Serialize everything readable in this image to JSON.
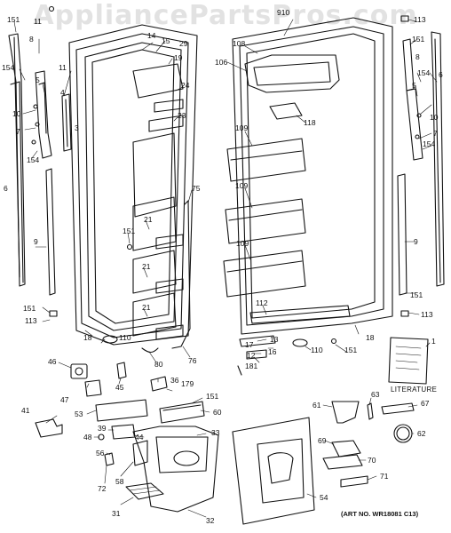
{
  "watermark": "AppliancePartsPros.com",
  "art_number": "(ART NO. WR18081 C13)",
  "literature_label": "LITERATURE",
  "callouts": [
    {
      "id": "c151a",
      "text": "151"
    },
    {
      "id": "c11a",
      "text": "11"
    },
    {
      "id": "c8a",
      "text": "8"
    },
    {
      "id": "c154a",
      "text": "154"
    },
    {
      "id": "c5a",
      "text": "5"
    },
    {
      "id": "c11b",
      "text": "11"
    },
    {
      "id": "c4",
      "text": "4"
    },
    {
      "id": "c10a",
      "text": "10"
    },
    {
      "id": "c3",
      "text": "3"
    },
    {
      "id": "c7a",
      "text": "7"
    },
    {
      "id": "c154b",
      "text": "154"
    },
    {
      "id": "c6a",
      "text": "6"
    },
    {
      "id": "c9a",
      "text": "9"
    },
    {
      "id": "c151b",
      "text": "151"
    },
    {
      "id": "c113a",
      "text": "113"
    },
    {
      "id": "c18a",
      "text": "18"
    },
    {
      "id": "c110a",
      "text": "110"
    },
    {
      "id": "c14",
      "text": "14"
    },
    {
      "id": "c15",
      "text": "15"
    },
    {
      "id": "c29",
      "text": "29"
    },
    {
      "id": "c19",
      "text": "19"
    },
    {
      "id": "c24",
      "text": "24"
    },
    {
      "id": "c23",
      "text": "23"
    },
    {
      "id": "c75",
      "text": "75"
    },
    {
      "id": "c151c",
      "text": "151"
    },
    {
      "id": "c21a",
      "text": "21"
    },
    {
      "id": "c21b",
      "text": "21"
    },
    {
      "id": "c21c",
      "text": "21"
    },
    {
      "id": "c80",
      "text": "80"
    },
    {
      "id": "c76",
      "text": "76"
    },
    {
      "id": "c910",
      "text": "910"
    },
    {
      "id": "c108",
      "text": "108"
    },
    {
      "id": "c106",
      "text": "106"
    },
    {
      "id": "c118",
      "text": "118"
    },
    {
      "id": "c109a",
      "text": "109"
    },
    {
      "id": "c109b",
      "text": "109"
    },
    {
      "id": "c109c",
      "text": "109"
    },
    {
      "id": "c112",
      "text": "112"
    },
    {
      "id": "c17",
      "text": "17"
    },
    {
      "id": "c13",
      "text": "13"
    },
    {
      "id": "c12",
      "text": "12"
    },
    {
      "id": "c16",
      "text": "16"
    },
    {
      "id": "c181",
      "text": "181"
    },
    {
      "id": "c110b",
      "text": "110"
    },
    {
      "id": "c151d",
      "text": "151"
    },
    {
      "id": "c18b",
      "text": "18"
    },
    {
      "id": "c113b",
      "text": "113"
    },
    {
      "id": "c151e",
      "text": "151"
    },
    {
      "id": "c8b",
      "text": "8"
    },
    {
      "id": "c154c",
      "text": "154"
    },
    {
      "id": "c5b",
      "text": "5"
    },
    {
      "id": "c6b",
      "text": "6"
    },
    {
      "id": "c10b",
      "text": "10"
    },
    {
      "id": "c7b",
      "text": "7"
    },
    {
      "id": "c154d",
      "text": "154"
    },
    {
      "id": "c9b",
      "text": "9"
    },
    {
      "id": "c151f",
      "text": "151"
    },
    {
      "id": "c113c",
      "text": "113"
    },
    {
      "id": "c1",
      "text": "1"
    },
    {
      "id": "c46",
      "text": "46"
    },
    {
      "id": "c45",
      "text": "45"
    },
    {
      "id": "c36",
      "text": "36"
    },
    {
      "id": "c179",
      "text": "179"
    },
    {
      "id": "c151g",
      "text": "151"
    },
    {
      "id": "c47",
      "text": "47"
    },
    {
      "id": "c41",
      "text": "41"
    },
    {
      "id": "c53",
      "text": "53"
    },
    {
      "id": "c60",
      "text": "60"
    },
    {
      "id": "c39",
      "text": "39"
    },
    {
      "id": "c48",
      "text": "48"
    },
    {
      "id": "c44",
      "text": "44"
    },
    {
      "id": "c33",
      "text": "33"
    },
    {
      "id": "c56",
      "text": "56"
    },
    {
      "id": "c72",
      "text": "72"
    },
    {
      "id": "c58",
      "text": "58"
    },
    {
      "id": "c31",
      "text": "31"
    },
    {
      "id": "c32",
      "text": "32"
    },
    {
      "id": "c54",
      "text": "54"
    },
    {
      "id": "c61",
      "text": "61"
    },
    {
      "id": "c63",
      "text": "63"
    },
    {
      "id": "c67",
      "text": "67"
    },
    {
      "id": "c62",
      "text": "62"
    },
    {
      "id": "c69",
      "text": "69"
    },
    {
      "id": "c70",
      "text": "70"
    },
    {
      "id": "c71",
      "text": "71"
    }
  ]
}
